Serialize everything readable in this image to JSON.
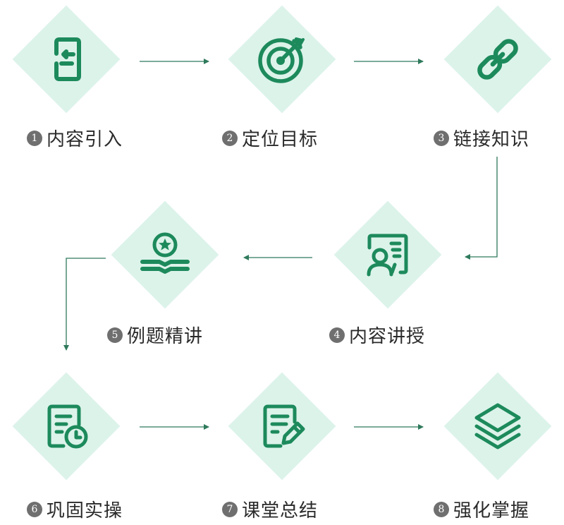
{
  "steps": [
    {
      "num": "1",
      "label": "内容引入",
      "icon": "import-icon"
    },
    {
      "num": "2",
      "label": "定位目标",
      "icon": "target-icon"
    },
    {
      "num": "3",
      "label": "链接知识",
      "icon": "link-icon"
    },
    {
      "num": "4",
      "label": "内容讲授",
      "icon": "presentation-icon"
    },
    {
      "num": "5",
      "label": "例题精讲",
      "icon": "book-star-icon"
    },
    {
      "num": "6",
      "label": "巩固实操",
      "icon": "document-clock-icon"
    },
    {
      "num": "7",
      "label": "课堂总结",
      "icon": "document-edit-icon"
    },
    {
      "num": "8",
      "label": "强化掌握",
      "icon": "layers-icon"
    }
  ],
  "colors": {
    "icon": "#1d8a5c",
    "diamond": "#dcf3ea",
    "arrow": "#2f7a5c",
    "number_badge": "#6f6f6f",
    "label_text": "#2a2a2a"
  }
}
